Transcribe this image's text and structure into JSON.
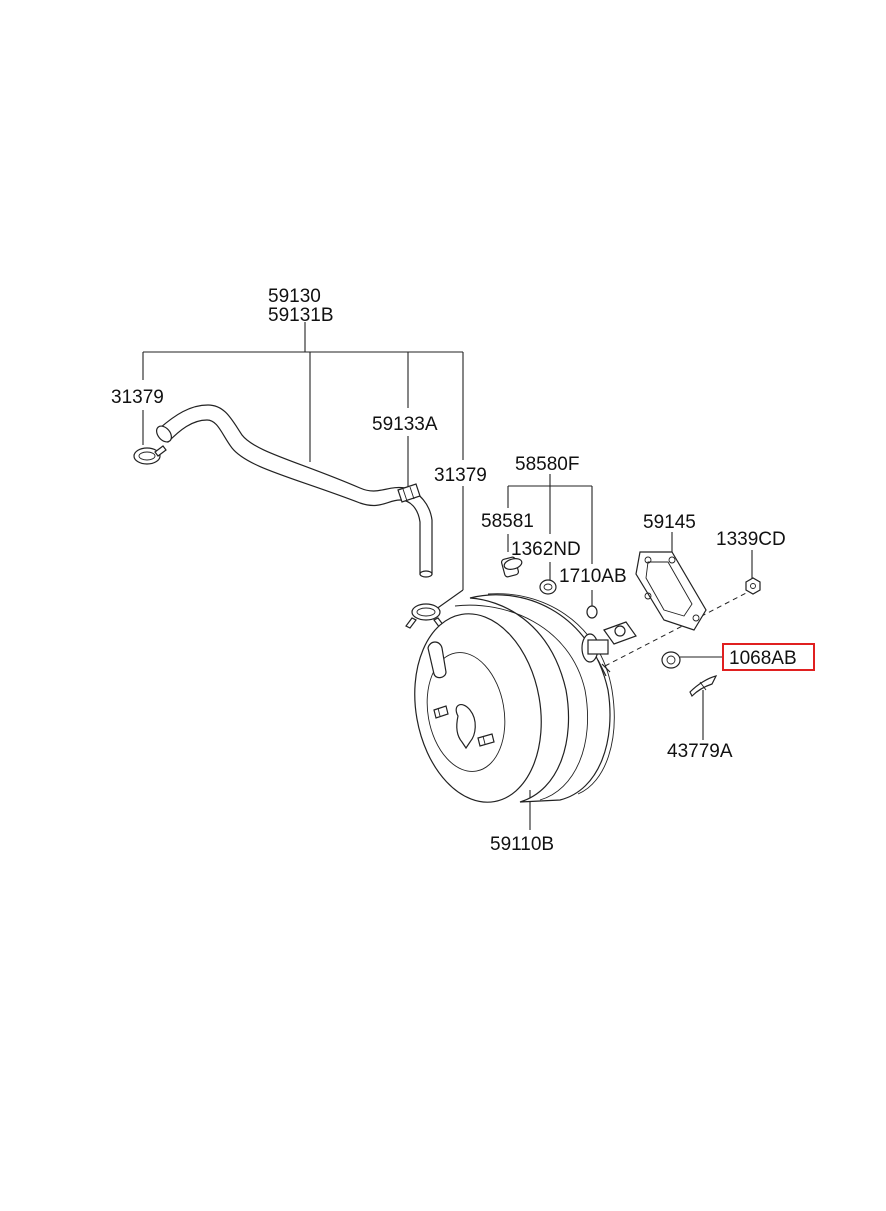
{
  "labels": {
    "hose_assy": "59130",
    "hose_assy_alt": "59131B",
    "clamp_left": "31379",
    "hose": "59133A",
    "clamp_right": "31379",
    "check_valve_kit": "58580F",
    "check_valve": "58581",
    "grommet": "1362ND",
    "clip": "1710AB",
    "gasket": "59145",
    "nut": "1339CD",
    "washer": "1068AB",
    "pin": "43779A",
    "booster": "59110B"
  },
  "highlight": {
    "part": "1068AB",
    "color": "#e02020"
  }
}
